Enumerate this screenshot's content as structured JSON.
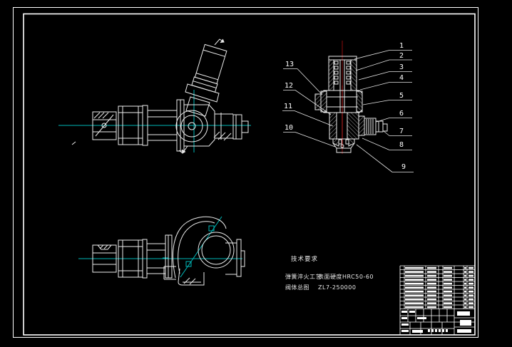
{
  "app": {
    "name": "cad-drawing-viewer",
    "sheet_background": "#000000"
  },
  "colors": {
    "line": "#f0f0f0",
    "frame": "#ffffff",
    "centerline_cyan": "#00b8b8",
    "centerline_red": "#a01010"
  },
  "callouts": [
    "1",
    "2",
    "3",
    "4",
    "5",
    "6",
    "7",
    "8",
    "9",
    "10",
    "11",
    "12",
    "13"
  ],
  "technical_requirements": {
    "title": "技术要求",
    "item1_label": "弹簧淬火工艺",
    "item1_value": "表面硬度HRC50-60",
    "item2_label": "阀体总图",
    "item2_value": "ZL7-250000"
  }
}
